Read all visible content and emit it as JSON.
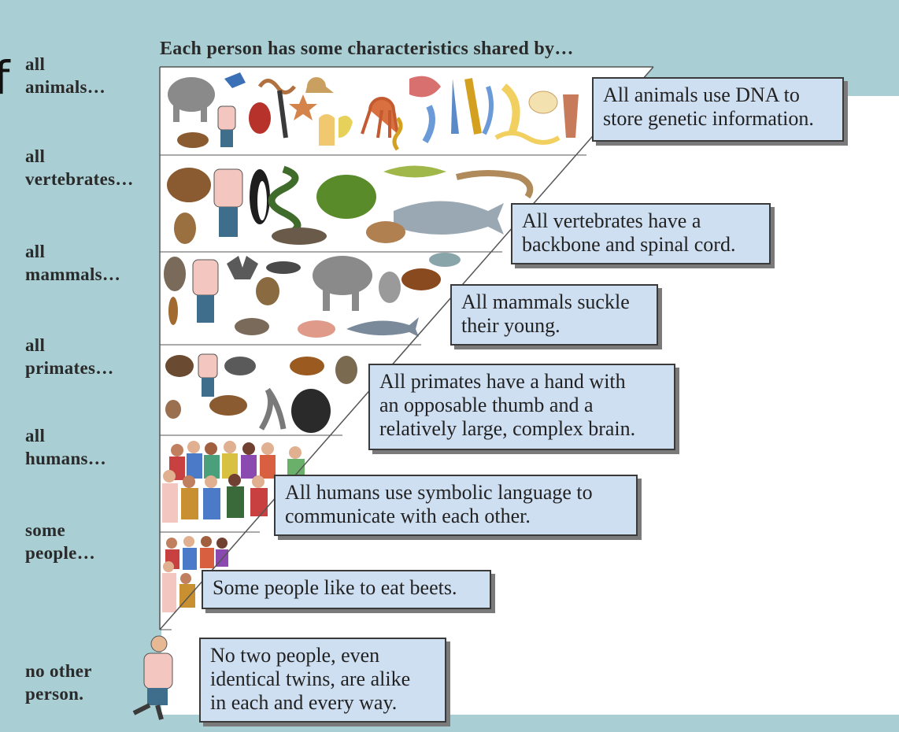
{
  "header": "Each person has some characteristics shared by…",
  "stray_glyph": "f",
  "levels": [
    {
      "side": [
        "all",
        "animals…"
      ],
      "box": [
        "All animals use DNA to",
        "store genetic information."
      ],
      "icons": [
        "elephant-icon",
        "bird-icon",
        "worm-icon",
        "snail-icon",
        "jellyfish-icon",
        "dog-icon",
        "person-icon",
        "beetle-icon",
        "starfish-icon",
        "insect-icon",
        "octopus-icon",
        "lobster-icon",
        "squid-icon",
        "caterpillar-icon",
        "sponge-icon"
      ]
    },
    {
      "side": [
        "all",
        "vertebrates…"
      ],
      "box": [
        "All vertebrates have a",
        "backbone and spinal cord."
      ],
      "icons": [
        "dog-icon",
        "owl-icon",
        "person-icon",
        "penguin-icon",
        "snake-icon",
        "frog-icon",
        "trout-icon",
        "eel-icon",
        "shark-icon",
        "mole-icon",
        "flounder-icon"
      ]
    },
    {
      "side": [
        "all",
        "mammals…"
      ],
      "box": [
        "All mammals suckle",
        "their young."
      ],
      "icons": [
        "sloth-icon",
        "bat-icon",
        "rat-icon",
        "person-icon",
        "monkey-icon",
        "elephant-icon",
        "koala-icon",
        "horse-icon",
        "manatee-icon",
        "armadillo-icon",
        "pig-icon",
        "whale-icon"
      ]
    },
    {
      "side": [
        "all",
        "primates…"
      ],
      "box": [
        "All primates have a hand with",
        "an opposable thumb and a",
        "relatively large, complex brain."
      ],
      "icons": [
        "monkey-icon",
        "person-icon",
        "lemur-icon",
        "orangutan-icon",
        "chimpanzee-icon",
        "tarsier-icon",
        "baboon-icon",
        "gibbon-icon",
        "gorilla-icon"
      ]
    },
    {
      "side": [
        "all",
        "humans…"
      ],
      "box": [
        "All humans use symbolic language to",
        "communicate with each other."
      ],
      "icons": [
        "crowd-icon"
      ]
    },
    {
      "side": [
        "some",
        "people…"
      ],
      "box": [
        "Some people like to eat beets."
      ],
      "icons": [
        "small-crowd-icon"
      ]
    },
    {
      "side": [
        "no other",
        "person."
      ],
      "box": [
        "No two people, even",
        "identical twins, are alike",
        "in each and every way."
      ],
      "icons": [
        "person-icon"
      ]
    }
  ],
  "colors": {
    "background_teal": "#a9ced3",
    "box_fill": "#cfdff2",
    "box_border": "#3a3a3a"
  }
}
